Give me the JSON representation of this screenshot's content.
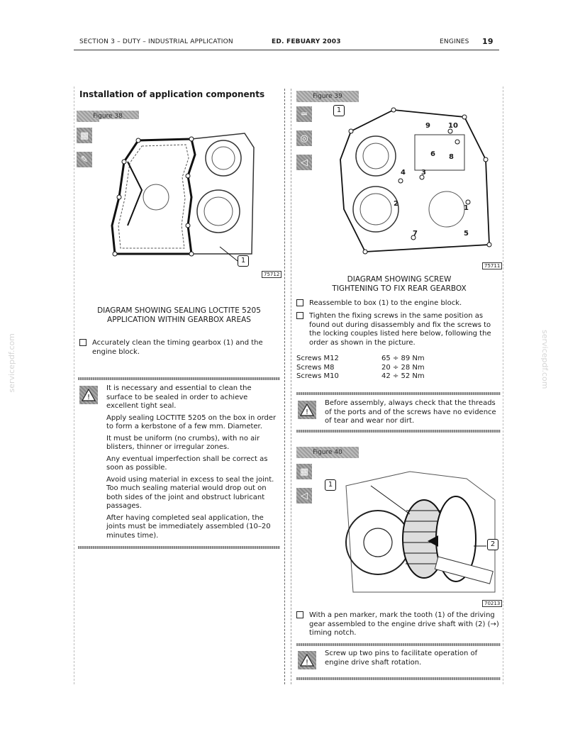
{
  "header": {
    "section": "SECTION 3 – DUTY – INDUSTRIAL APPLICATION",
    "edition": "ED. FEBUARY 2003",
    "chapter": "ENGINES",
    "page": "19"
  },
  "left": {
    "title": "Installation of application components",
    "figure_label": "Figure 38",
    "figure_code": "75712",
    "figure_callout": "1",
    "caption_line1": "DIAGRAM SHOWING SEALING LOCTITE 5205",
    "caption_line2": "APPLICATION WITHIN GEARBOX AREAS",
    "step1": "Accurately clean the timing gearbox (1) and the engine block.",
    "warning": [
      "It is necessary and essential to clean the surface to be sealed in order to achieve excellent tight seal.",
      "Apply sealing LOCTITE 5205 on the box in order to form a kerbstone of a few mm. Diameter.",
      "It must be uniform (no crumbs), with no air blisters, thinner or irregular zones.",
      "Any eventual imperfection shall be correct as soon as possible.",
      "Avoid using material in excess to seal the joint. Too much sealing material would drop out on both sides of the joint and obstruct lubricant passages.",
      "After having completed seal application, the joints must be immediately assembled (10–20 minutes time)."
    ]
  },
  "right": {
    "fig39_label": "Figure 39",
    "fig39_code": "75711",
    "fig39_callouts": [
      "1",
      "9",
      "10",
      "6",
      "8",
      "4",
      "3",
      "2",
      "1",
      "7",
      "5"
    ],
    "caption_line1": "DIAGRAM SHOWING SCREW",
    "caption_line2": "TIGHTENING TO FIX REAR GEARBOX",
    "step1": "Reassemble to box (1) to the engine block.",
    "step2": "Tighten the fixing screws in the same position as found out during disassembly and fix the screws to the locking couples listed here below, following the order as shown in the picture.",
    "torques": [
      {
        "screw": "Screws M12",
        "value": "65 ÷ 89 Nm"
      },
      {
        "screw": "Screws M8",
        "value": "20 ÷ 28 Nm"
      },
      {
        "screw": "Screws M10",
        "value": "42 ÷ 52 Nm"
      }
    ],
    "warning1": "Before assembly, always check that the threads of the ports and of the screws have no evidence of tear and wear nor dirt.",
    "fig40_label": "Figure 40",
    "fig40_code": "70213",
    "fig40_callout1": "1",
    "fig40_callout2": "2",
    "step3": "With a pen marker, mark the tooth (1) of the driving gear assembled to the engine drive shaft with (2) (→) timing notch.",
    "warning2": "Screw up two pins to facilitate operation of engine drive shaft rotation."
  },
  "watermark": "servicepdf.com"
}
